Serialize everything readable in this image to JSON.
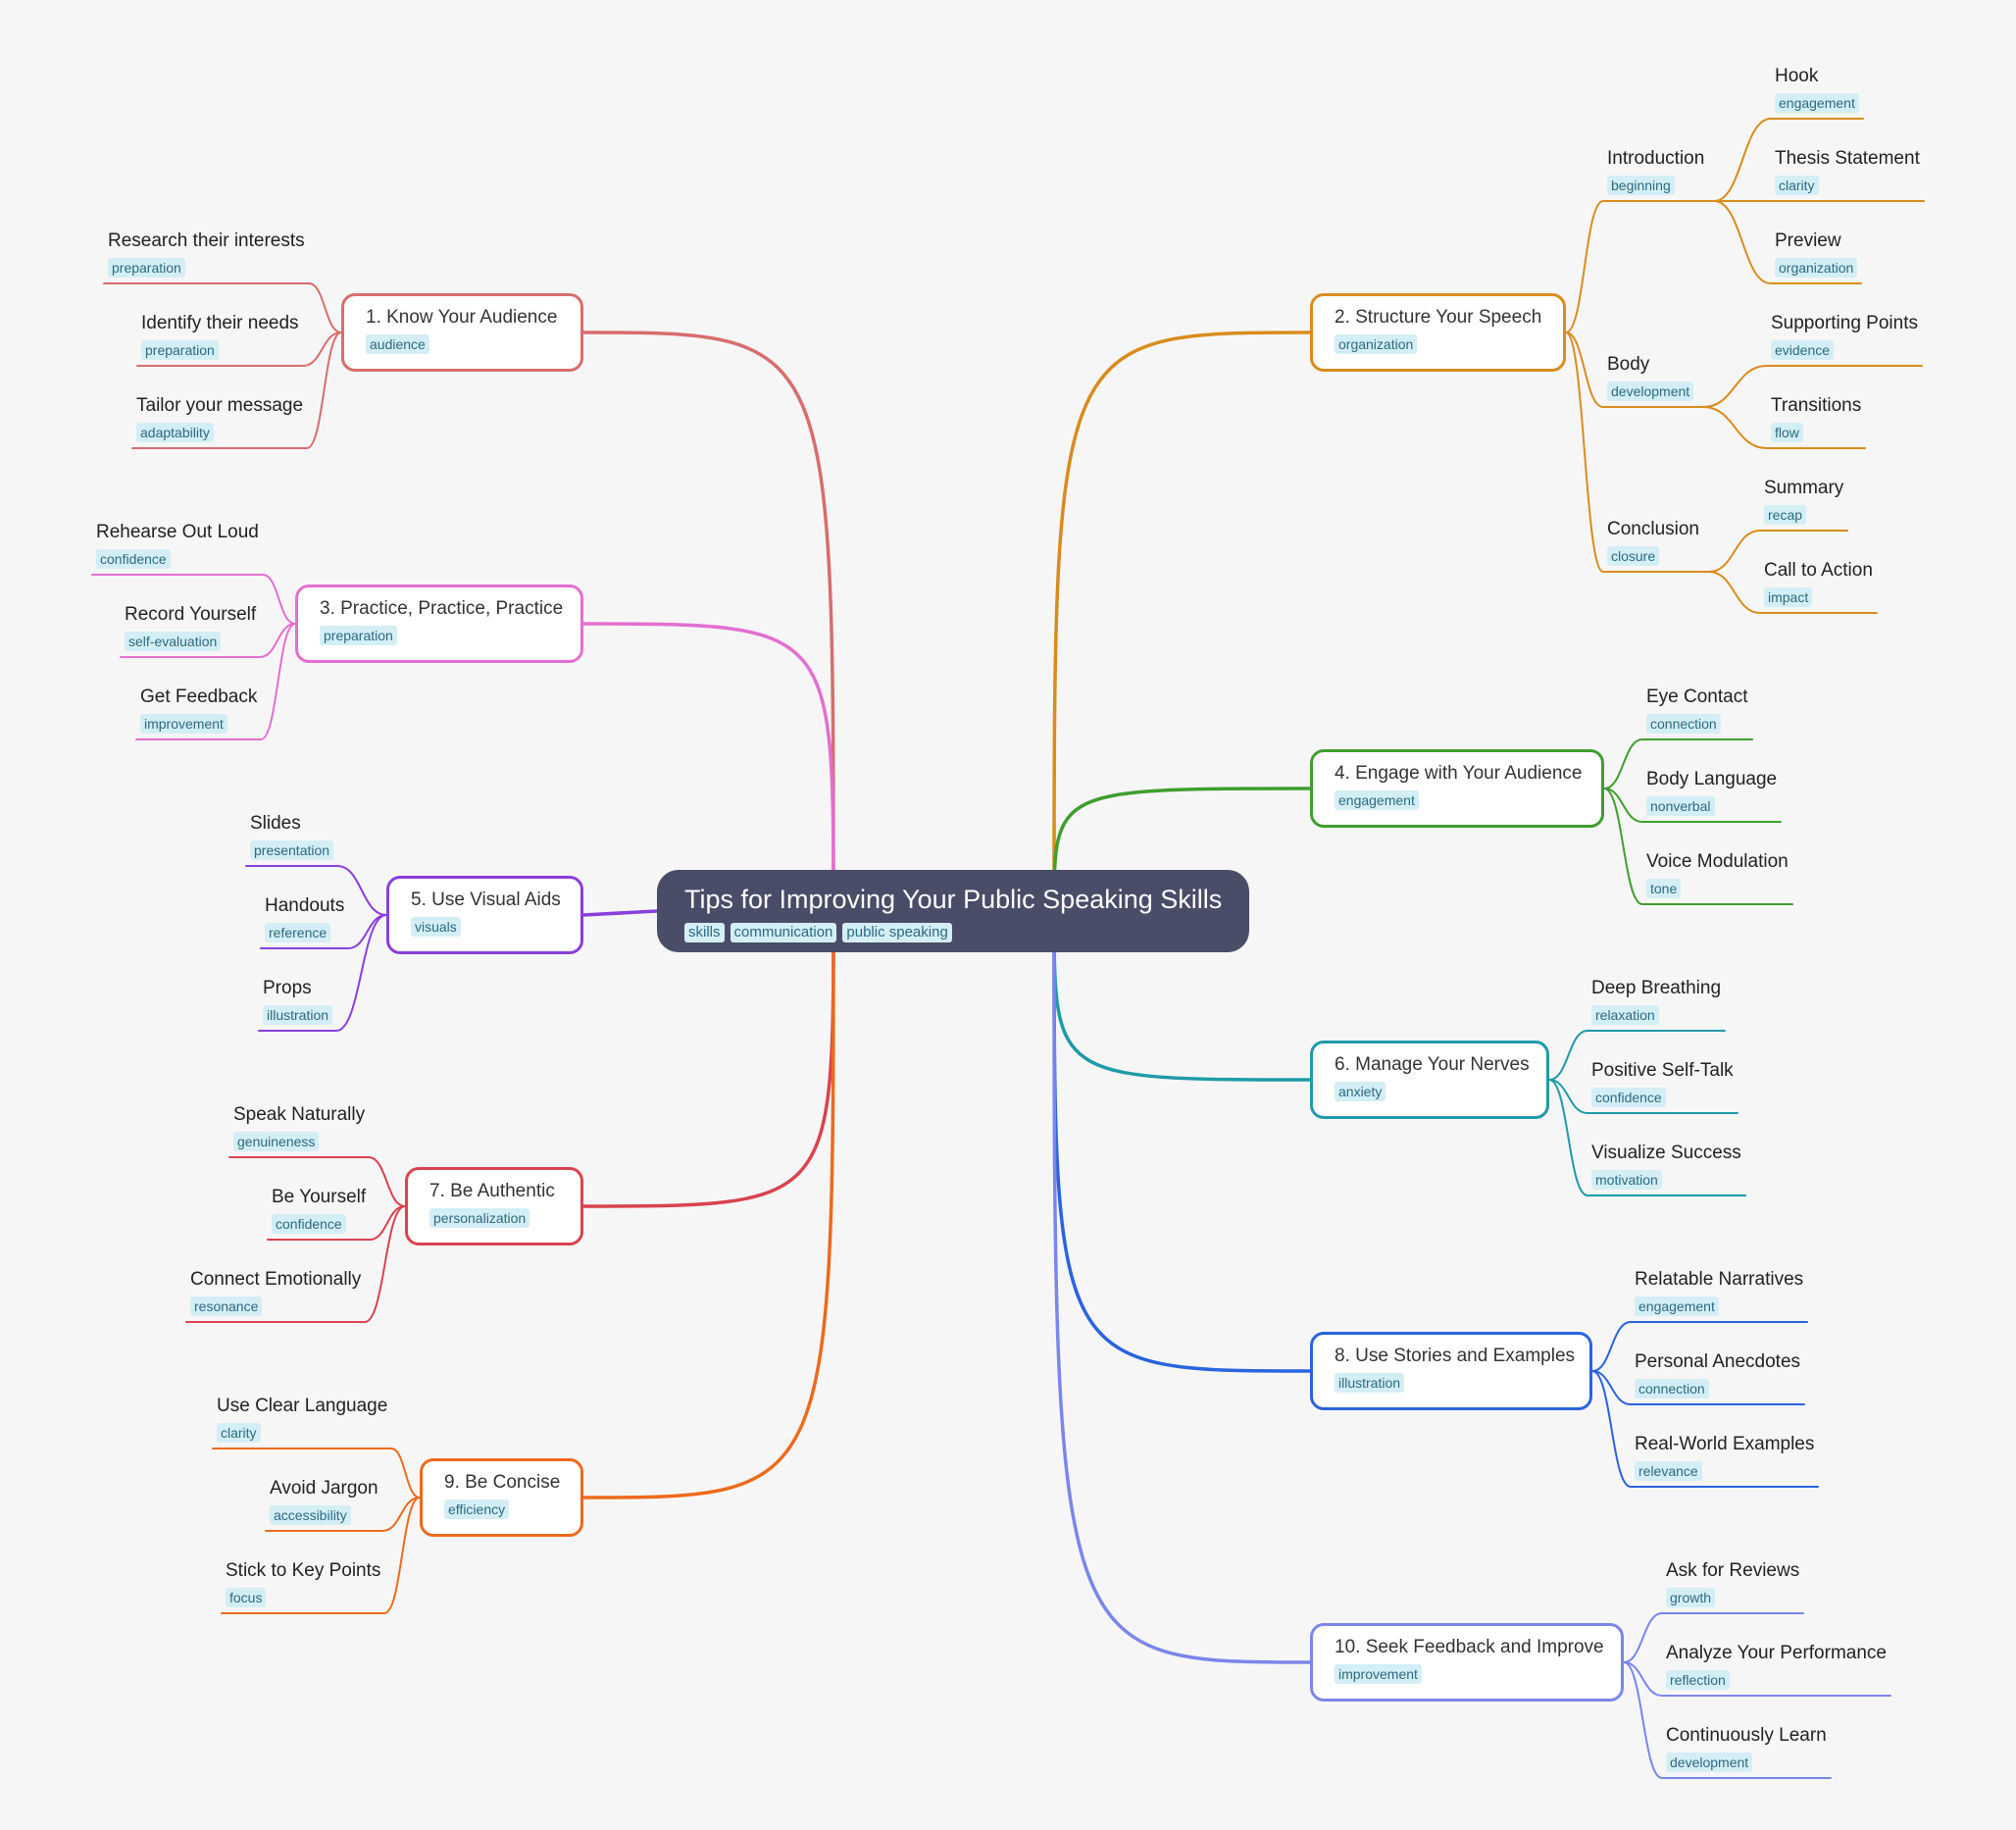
{
  "root": {
    "title": "Tips for Improving Your Public Speaking Skills",
    "tags": [
      "skills",
      "communication",
      "public speaking"
    ]
  },
  "branches": [
    {
      "title": "1. Know Your Audience",
      "tag": "audience",
      "color": "#d86d6d",
      "children": [
        {
          "title": "Research their interests",
          "tag": "preparation"
        },
        {
          "title": "Identify their needs",
          "tag": "preparation"
        },
        {
          "title": "Tailor your message",
          "tag": "adaptability"
        }
      ]
    },
    {
      "title": "2. Structure Your Speech",
      "tag": "organization",
      "color": "#d98c1e",
      "children": [
        {
          "title": "Introduction",
          "tag": "beginning",
          "children": [
            {
              "title": "Hook",
              "tag": "engagement"
            },
            {
              "title": "Thesis Statement",
              "tag": "clarity"
            },
            {
              "title": "Preview",
              "tag": "organization"
            }
          ]
        },
        {
          "title": "Body",
          "tag": "development",
          "children": [
            {
              "title": "Supporting Points",
              "tag": "evidence"
            },
            {
              "title": "Transitions",
              "tag": "flow"
            }
          ]
        },
        {
          "title": "Conclusion",
          "tag": "closure",
          "children": [
            {
              "title": "Summary",
              "tag": "recap"
            },
            {
              "title": "Call to Action",
              "tag": "impact"
            }
          ]
        }
      ]
    },
    {
      "title": "3. Practice, Practice, Practice",
      "tag": "preparation",
      "color": "#e36fd0",
      "children": [
        {
          "title": "Rehearse Out Loud",
          "tag": "confidence"
        },
        {
          "title": "Record Yourself",
          "tag": "self-evaluation"
        },
        {
          "title": "Get Feedback",
          "tag": "improvement"
        }
      ]
    },
    {
      "title": "4. Engage with Your Audience",
      "tag": "engagement",
      "color": "#3f9e2e",
      "children": [
        {
          "title": "Eye Contact",
          "tag": "connection"
        },
        {
          "title": "Body Language",
          "tag": "nonverbal"
        },
        {
          "title": "Voice Modulation",
          "tag": "tone"
        }
      ]
    },
    {
      "title": "5. Use Visual Aids",
      "tag": "visuals",
      "color": "#8a3fdc",
      "children": [
        {
          "title": "Slides",
          "tag": "presentation"
        },
        {
          "title": "Handouts",
          "tag": "reference"
        },
        {
          "title": "Props",
          "tag": "illustration"
        }
      ]
    },
    {
      "title": "6. Manage Your Nerves",
      "tag": "anxiety",
      "color": "#1f9aa8",
      "children": [
        {
          "title": "Deep Breathing",
          "tag": "relaxation"
        },
        {
          "title": "Positive Self-Talk",
          "tag": "confidence"
        },
        {
          "title": "Visualize Success",
          "tag": "motivation"
        }
      ]
    },
    {
      "title": "7. Be Authentic",
      "tag": "personalization",
      "color": "#d9434f",
      "children": [
        {
          "title": "Speak Naturally",
          "tag": "genuineness"
        },
        {
          "title": "Be Yourself",
          "tag": "confidence"
        },
        {
          "title": "Connect Emotionally",
          "tag": "resonance"
        }
      ]
    },
    {
      "title": "8. Use Stories and Examples",
      "tag": "illustration",
      "color": "#2a63de",
      "children": [
        {
          "title": "Relatable Narratives",
          "tag": "engagement"
        },
        {
          "title": "Personal Anecdotes",
          "tag": "connection"
        },
        {
          "title": "Real-World Examples",
          "tag": "relevance"
        }
      ]
    },
    {
      "title": "9. Be Concise",
      "tag": "efficiency",
      "color": "#ed6a1c",
      "children": [
        {
          "title": "Use Clear Language",
          "tag": "clarity"
        },
        {
          "title": "Avoid Jargon",
          "tag": "accessibility"
        },
        {
          "title": "Stick to Key Points",
          "tag": "focus"
        }
      ]
    },
    {
      "title": "10. Seek Feedback and Improve",
      "tag": "improvement",
      "color": "#7b86ea",
      "children": [
        {
          "title": "Ask for Reviews",
          "tag": "growth"
        },
        {
          "title": "Analyze Your Performance",
          "tag": "reflection"
        },
        {
          "title": "Continuously Learn",
          "tag": "development"
        }
      ]
    }
  ]
}
